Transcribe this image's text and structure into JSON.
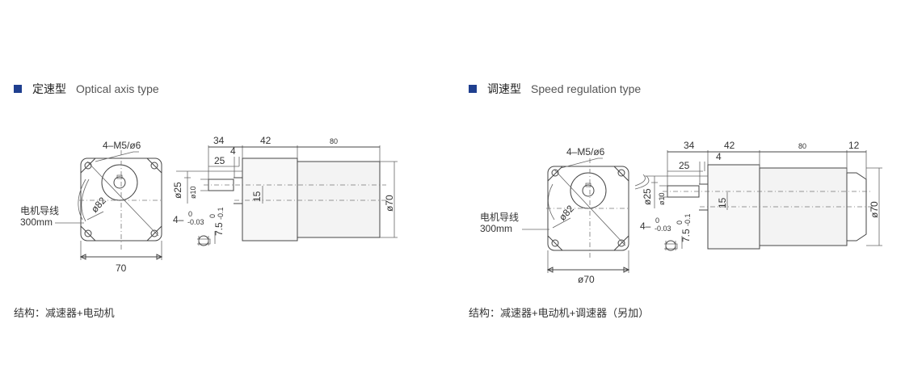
{
  "colors": {
    "accent_square": "#1f3f8f",
    "line": "#444444",
    "text": "#333333"
  },
  "left": {
    "heading": {
      "zh": "定速型",
      "en": "Optical axis type"
    },
    "labels": {
      "bolt": "4–M5/ø6",
      "pcd": "ø82",
      "lead_zh": "电机导线",
      "lead_len": "300mm",
      "width": "70",
      "d34": "34",
      "d42": "42",
      "d80": "80",
      "d4": "4",
      "d25": "25",
      "d15": "15",
      "shaft_dia": "ø25",
      "shaft_dia2": "ø10",
      "body_dia": "ø70",
      "key_w": "4–",
      "key_w_tol_up": "0",
      "key_w_tol_dn": "-0.03",
      "key_h": "7.5",
      "key_h_tol_up": "0",
      "key_h_tol_dn": "-0.1"
    },
    "caption": "结构：减速器+电动机"
  },
  "right": {
    "heading": {
      "zh": "调速型",
      "en": "Speed regulation type"
    },
    "labels": {
      "bolt": "4–M5/ø6",
      "pcd": "ø82",
      "lead_zh": "电机导线",
      "lead_len": "300mm",
      "width": "ø70",
      "d34": "34",
      "d42": "42",
      "d80": "80",
      "d12": "12",
      "d4": "4",
      "d25": "25",
      "d15": "15",
      "shaft_dia": "ø25",
      "shaft_dia2": "ø10",
      "body_dia": "ø70",
      "key_w": "4–",
      "key_w_tol_up": "0",
      "key_w_tol_dn": "-0.03",
      "key_h": "7.5",
      "key_h_tol_up": "0",
      "key_h_tol_dn": "-0.1"
    },
    "caption": "结构：减速器+电动机+调速器（另加）"
  }
}
